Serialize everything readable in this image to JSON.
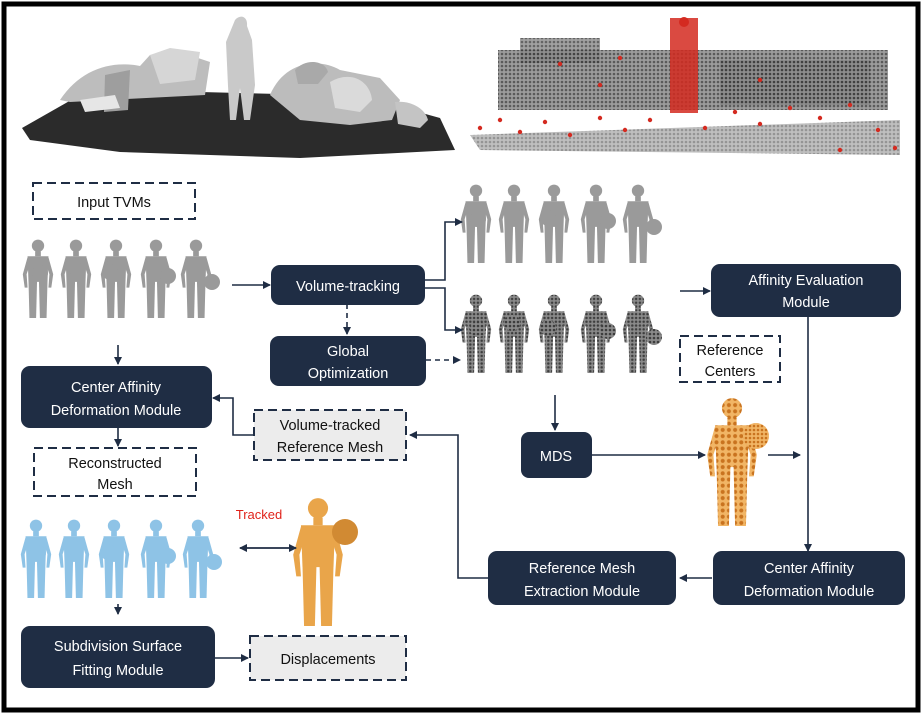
{
  "nodes": {
    "input_tvms": "Input TVMs",
    "volume_tracking": "Volume-tracking",
    "global_optimization": [
      "Global",
      "Optimization"
    ],
    "affinity_evaluation": [
      "Affinity Evaluation",
      "Module"
    ],
    "reference_centers": [
      "Reference",
      "Centers"
    ],
    "center_affinity_left": [
      "Center Affinity",
      "Deformation Module"
    ],
    "volume_tracked_ref": [
      "Volume-tracked",
      "Reference  Mesh"
    ],
    "mds": "MDS",
    "reconstructed_mesh": [
      "Reconstructed",
      "Mesh"
    ],
    "tracked": "Tracked",
    "reference_mesh_extraction": [
      "Reference Mesh",
      "Extraction Module"
    ],
    "center_affinity_right": [
      "Center Affinity",
      "Deformation Module"
    ],
    "subdivision_fitting": [
      "Subdivision Surface",
      "Fitting Module"
    ],
    "displacements": "Displacements"
  },
  "colors": {
    "node_dark": "#1f2d44",
    "tracked_red": "#e0231b",
    "mesh_gray": "#9a9a9a",
    "points_gray": "#6b6b6b",
    "mesh_blue": "#8ec3e6",
    "mesh_orange": "#e9a54a",
    "points_orange": "#e89a3c",
    "points_red": "#d42a20"
  }
}
